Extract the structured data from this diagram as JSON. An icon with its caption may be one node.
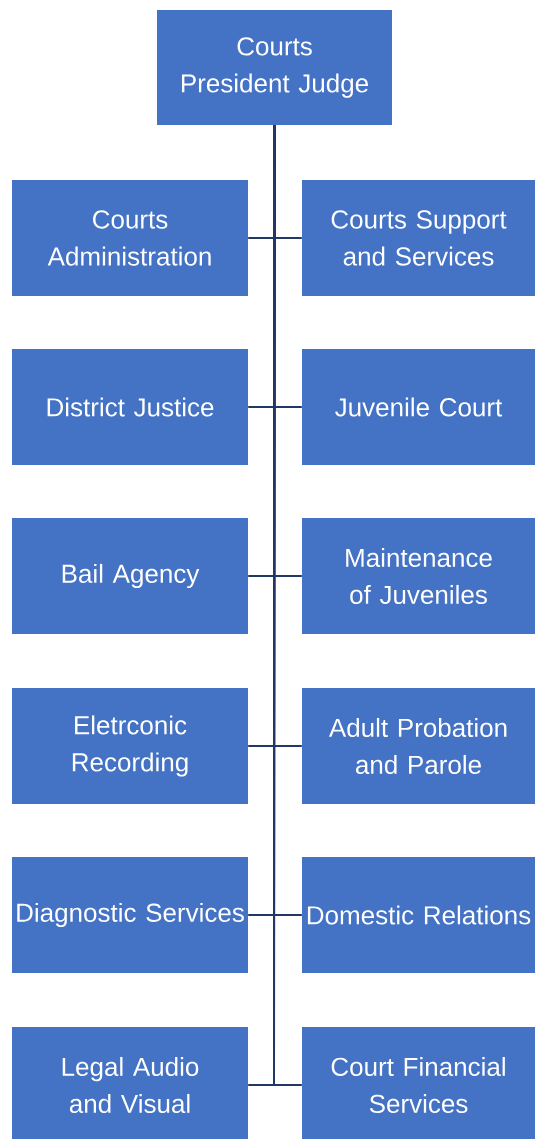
{
  "diagram": {
    "nodes": [
      {
        "text": [
          "Courts President Judge"
        ]
      },
      {
        "text": [
          "Courts Administration"
        ]
      },
      {
        "text": [
          "Courts Support and Services"
        ]
      },
      {
        "text": [
          "District Justice"
        ]
      },
      {
        "text": [
          "Juvenile Court"
        ]
      },
      {
        "text": [
          "Bail Agency"
        ]
      },
      {
        "text": [
          "Maintenance of Juveniles"
        ]
      },
      {
        "text": [
          "Eletrconic Recording"
        ]
      },
      {
        "text": [
          "Adult Probation and Parole"
        ]
      },
      {
        "text": [
          "Diagnostic Services"
        ]
      },
      {
        "text": [
          "Domestic Relations"
        ]
      },
      {
        "text": [
          "Legal Audio and Visual"
        ]
      },
      {
        "text": [
          "Court Financial Services"
        ]
      }
    ],
    "edges": [
      {
        "from": 0,
        "to": 1,
        "arrow": "none"
      },
      {
        "from": 0,
        "to": 2,
        "arrow": "none"
      },
      {
        "from": 0,
        "to": 3,
        "arrow": "none"
      },
      {
        "from": 0,
        "to": 4,
        "arrow": "none"
      },
      {
        "from": 0,
        "to": 5,
        "arrow": "none"
      },
      {
        "from": 0,
        "to": 6,
        "arrow": "none"
      },
      {
        "from": 0,
        "to": 7,
        "arrow": "none"
      },
      {
        "from": 0,
        "to": 8,
        "arrow": "none"
      },
      {
        "from": 0,
        "to": 9,
        "arrow": "none"
      },
      {
        "from": 0,
        "to": 10,
        "arrow": "none"
      },
      {
        "from": 0,
        "to": 11,
        "arrow": "none"
      },
      {
        "from": 0,
        "to": 12,
        "arrow": "none"
      }
    ]
  }
}
